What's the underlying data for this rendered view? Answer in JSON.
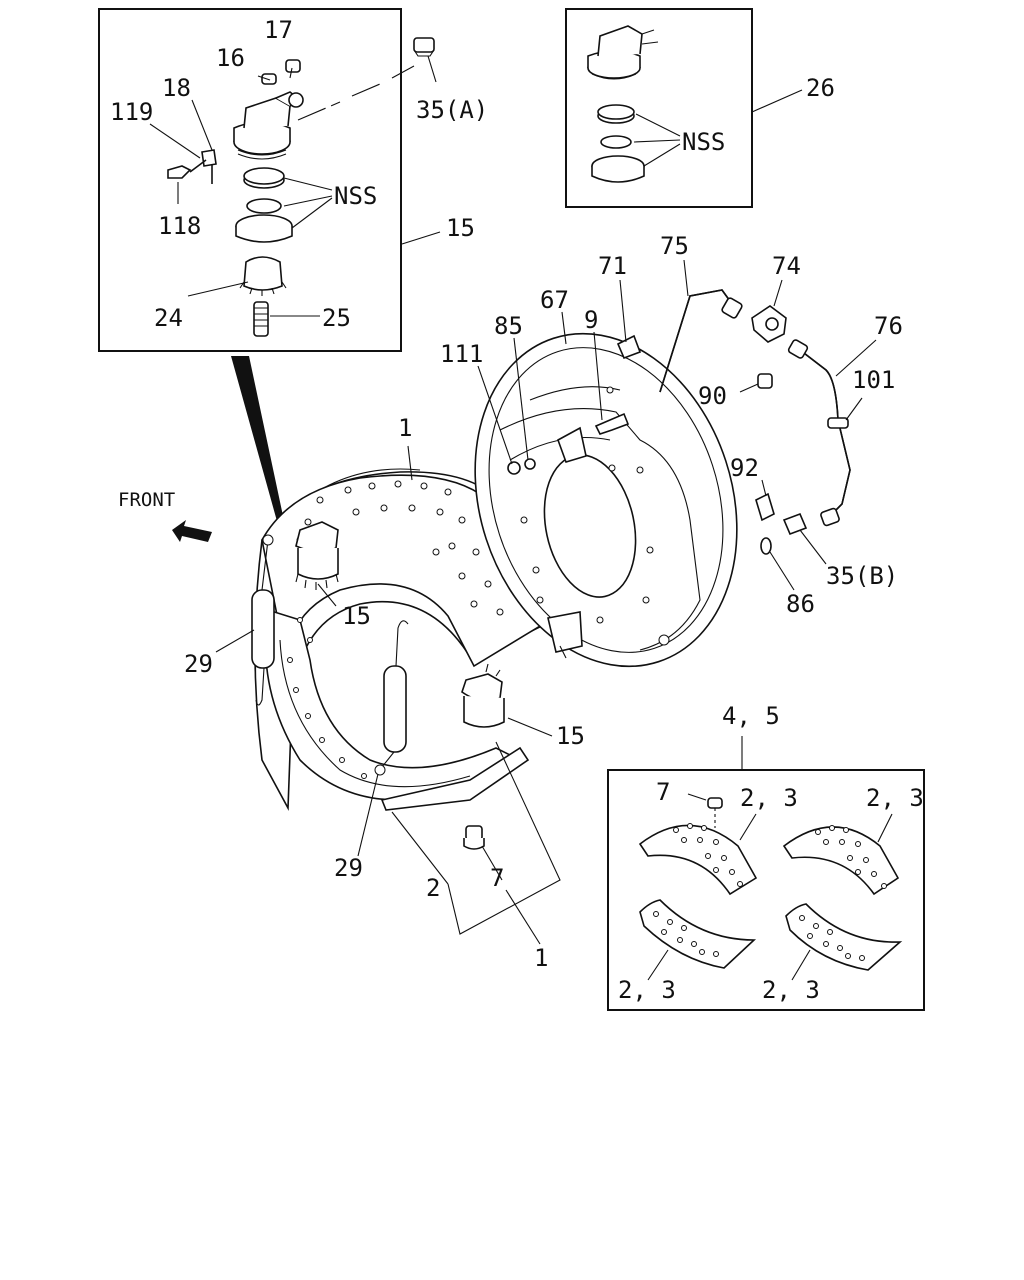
{
  "front_label": "FRONT",
  "inset_a": {
    "labels": {
      "l17": "17",
      "l16": "16",
      "l18": "18",
      "l119": "119",
      "l118": "118",
      "l35a": "35(A)",
      "nss": "NSS",
      "l15": "15",
      "l24": "24",
      "l25": "25"
    }
  },
  "inset_b": {
    "labels": {
      "l26": "26",
      "nss": "NSS"
    }
  },
  "main": {
    "labels": {
      "l1": "1",
      "l15a": "15",
      "l15b": "15",
      "l29a": "29",
      "l29b": "29",
      "l2": "2",
      "l7": "7",
      "l1b": "1",
      "l111": "111",
      "l85": "85",
      "l67": "67",
      "l9": "9",
      "l71": "71",
      "l75": "75",
      "l74": "74",
      "l76": "76",
      "l101": "101",
      "l90": "90",
      "l92": "92",
      "l35b": "35(B)",
      "l86": "86"
    }
  },
  "inset_c": {
    "labels": {
      "l45": "4, 5",
      "l7": "7",
      "l23a": "2, 3",
      "l23b": "2, 3",
      "l23c": "2, 3",
      "l23d": "2, 3"
    }
  }
}
